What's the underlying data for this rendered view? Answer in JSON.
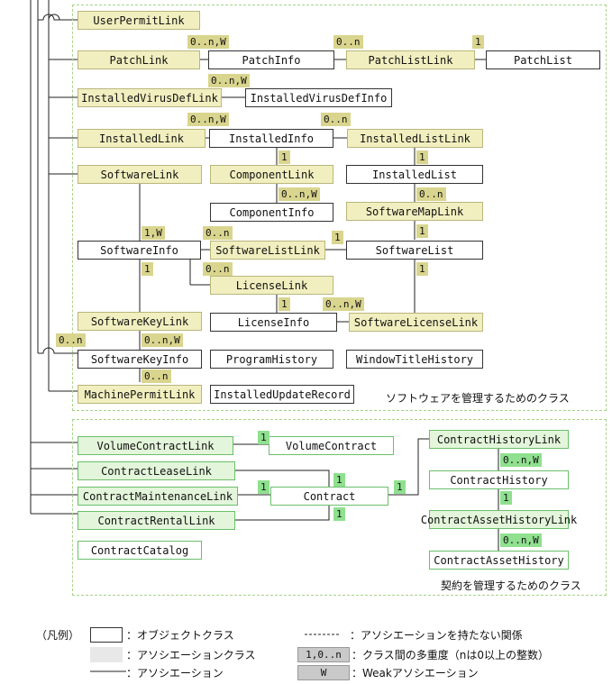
{
  "classes": {
    "user_permit_link": "UserPermitLink",
    "patch_link": "PatchLink",
    "patch_info": "PatchInfo",
    "patch_list_link": "PatchListLink",
    "patch_list": "PatchList",
    "installed_virus_def_link": "InstalledVirusDefLink",
    "installed_virus_def_info": "InstalledVirusDefInfo",
    "installed_link": "InstalledLink",
    "installed_info": "InstalledInfo",
    "installed_list_link": "InstalledListLink",
    "software_link": "SoftwareLink",
    "component_link": "ComponentLink",
    "installed_list": "InstalledList",
    "component_info": "ComponentInfo",
    "software_map_link": "SoftwareMapLink",
    "software_info": "SoftwareInfo",
    "software_list_link": "SoftwareListLink",
    "software_list": "SoftwareList",
    "license_link": "LicenseLink",
    "software_key_link": "SoftwareKeyLink",
    "license_info": "LicenseInfo",
    "software_license_link": "SoftwareLicenseLink",
    "software_key_info": "SoftwareKeyInfo",
    "program_history": "ProgramHistory",
    "window_title_history": "WindowTitleHistory",
    "machine_permit_link": "MachinePermitLink",
    "installed_update_record": "InstalledUpdateRecord",
    "volume_contract_link": "VolumeContractLink",
    "volume_contract": "VolumeContract",
    "contract_history_link": "ContractHistoryLink",
    "contract_lease_link": "ContractLeaseLink",
    "contract_history": "ContractHistory",
    "contract_maintenance_link": "ContractMaintenanceLink",
    "contract": "Contract",
    "contract_rental_link": "ContractRentalLink",
    "contract_asset_history_link": "ContractAssetHistoryLink",
    "contract_catalog": "ContractCatalog",
    "contract_asset_history": "ContractAssetHistory"
  },
  "multiplicity": {
    "zero_n_w": "0..n,W",
    "zero_n": "0..n",
    "one": "1",
    "one_w": "1,W"
  },
  "regions": {
    "software": "ソフトウェアを管理するためのクラス",
    "contract": "契約を管理するためのクラス"
  },
  "legend": {
    "heading": "（凡例）",
    "object_class": "：オブジェクトクラス",
    "association_class": "：アソシエーションクラス",
    "association": "：アソシエーション",
    "non_association_relation": "：アソシエーションを持たない関係",
    "multiplicity_sample": "1,0..n",
    "multiplicity_desc": "：クラス間の多重度（nは0以上の整数）",
    "weak_sample": "W",
    "weak_desc": "：Weakアソシエーション"
  },
  "colors": {
    "line": "#222222",
    "software_assoc_fill": "#f1efbf",
    "software_badge": "#d9d58e",
    "contract_assoc_fill": "#e3f5da",
    "contract_badge": "#8fe08f",
    "region_border": "#a8d28a"
  }
}
